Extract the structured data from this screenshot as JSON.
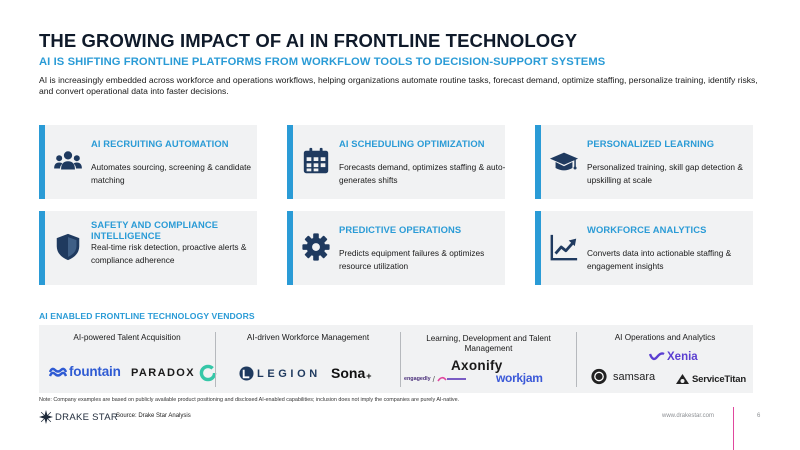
{
  "header": {
    "title": "THE GROWING IMPACT OF AI IN FRONTLINE TECHNOLOGY",
    "subtitle": "AI IS SHIFTING FRONTLINE PLATFORMS FROM WORKFLOW TOOLS TO DECISION-SUPPORT SYSTEMS",
    "intro": "AI is increasingly embedded across workforce and operations workflows, helping organizations automate routine tasks, forecast demand, optimize staffing, personalize training, identify risks, and convert operational data into faster decisions."
  },
  "cards": [
    {
      "icon": "users-icon",
      "title": "AI RECRUITING AUTOMATION",
      "desc": "Automates sourcing, screening & candidate matching"
    },
    {
      "icon": "calendar-icon",
      "title": "AI SCHEDULING OPTIMIZATION",
      "desc": "Forecasts demand, optimizes staffing & auto-generates shifts"
    },
    {
      "icon": "graduation-cap-icon",
      "title": "PERSONALIZED LEARNING",
      "desc": "Personalized training, skill gap detection & upskilling at scale"
    },
    {
      "icon": "shield-icon",
      "title": "SAFETY AND COMPLIANCE INTELLIGENCE",
      "desc": "Real-time risk detection, proactive alerts & compliance adherence"
    },
    {
      "icon": "gear-icon",
      "title": "PREDICTIVE OPERATIONS",
      "desc": "Predicts equipment failures & optimizes resource utilization"
    },
    {
      "icon": "trend-chart-icon",
      "title": "WORKFORCE ANALYTICS",
      "desc": "Converts data into actionable staffing & engagement insights"
    }
  ],
  "vendors": {
    "label": "AI ENABLED FRONTLINE TECHNOLOGY VENDORS",
    "columns": [
      {
        "heading": "AI-powered Talent Acquisition",
        "logos": [
          "fountain",
          "PARADOX"
        ]
      },
      {
        "heading": "AI-driven Workforce Management",
        "logos": [
          "LEGION",
          "Sona"
        ]
      },
      {
        "heading": "Learning, Development and Talent Management",
        "logos": [
          "Axonify",
          "engagedly",
          "workjam"
        ]
      },
      {
        "heading": "AI Operations and Analytics",
        "logos": [
          "Xenia",
          "samsara",
          "ServiceTitan"
        ]
      }
    ]
  },
  "footer": {
    "note": "Note: Company examples are based on publicly available product positioning and disclosed AI-enabled capabilities; inclusion does not imply the companies are purely AI-native.",
    "brand": "DRAKE STAR",
    "source": "Source: Drake Star Analysis",
    "url": "www.drakestar.com",
    "page": "6"
  },
  "colors": {
    "accent": "#2a9bd6",
    "navy": "#1f3a5f",
    "card_bg": "#f1f2f3",
    "pink_rule": "#e0479e"
  }
}
